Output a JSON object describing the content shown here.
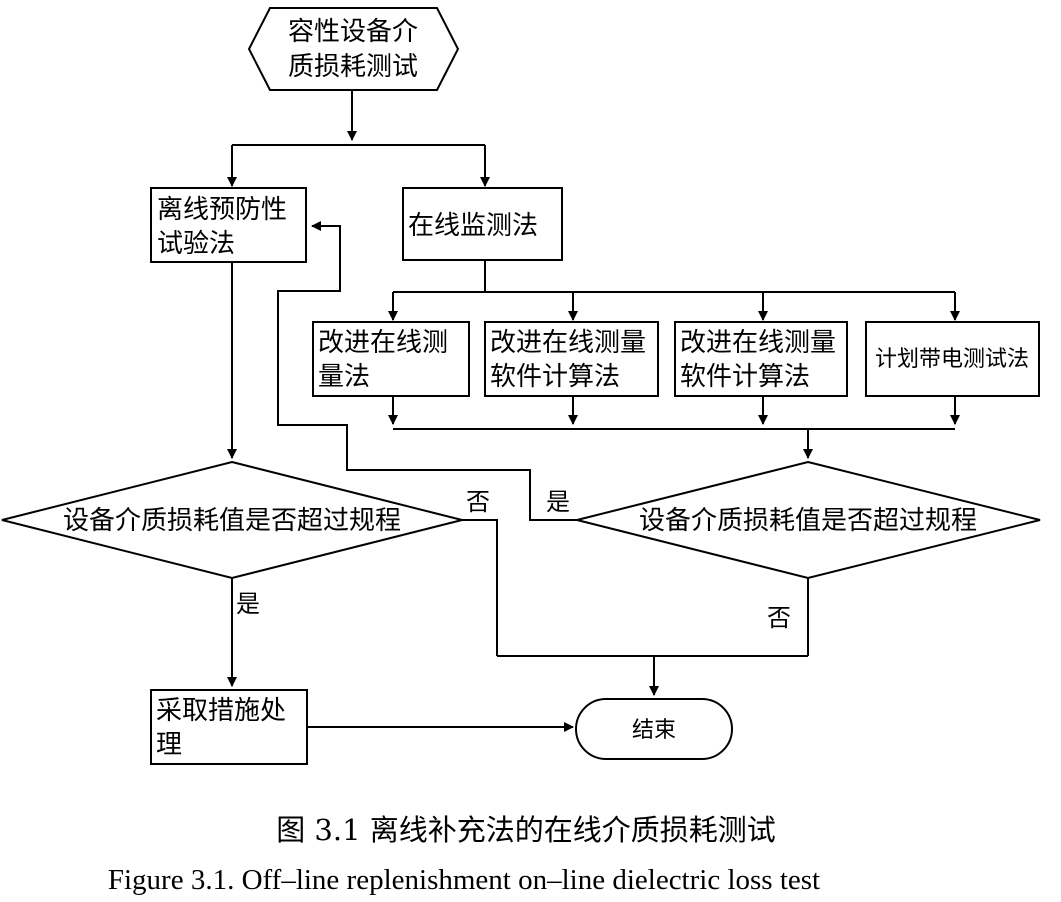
{
  "nodes": {
    "start": {
      "lines": [
        "容性设备介",
        "质损耗测试"
      ]
    },
    "offline": {
      "lines": [
        "离线预防性",
        "试验法"
      ]
    },
    "online": {
      "lines": [
        "在线监测法"
      ]
    },
    "method1": {
      "lines": [
        "改进在线测",
        "量法"
      ]
    },
    "method2": {
      "lines": [
        "改进在线测量",
        "软件计算法"
      ]
    },
    "method3": {
      "lines": [
        "改进在线测量",
        "软件计算法"
      ]
    },
    "method4": {
      "lines": [
        "计划带电测试法"
      ]
    },
    "decision_left": {
      "lines": [
        "设备介质损耗值是否超过规程"
      ]
    },
    "decision_right": {
      "lines": [
        "设备介质损耗值是否超过规程"
      ]
    },
    "action": {
      "lines": [
        "采取措施处",
        "理"
      ]
    },
    "end": {
      "lines": [
        "结束"
      ]
    }
  },
  "edge_labels": {
    "left_no": "否",
    "left_yes": "是",
    "right_yes": "是",
    "right_no": "否"
  },
  "caption": {
    "cn": "图 3.1 离线补充法的在线介质损耗测试",
    "en": "Figure 3.1. Off–line replenishment on–line dielectric loss test"
  }
}
